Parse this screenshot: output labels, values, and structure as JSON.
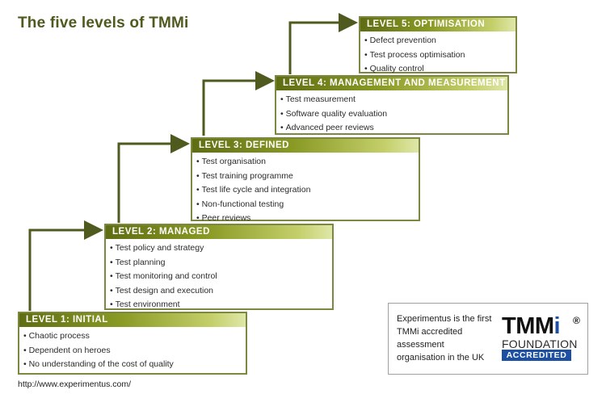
{
  "title": "The five levels of TMMi",
  "levels": [
    {
      "label": "LEVEL 1: INITIAL",
      "items": [
        "Chaotic process",
        "Dependent on heroes",
        "No understanding of the cost of quality"
      ]
    },
    {
      "label": "LEVEL 2: MANAGED",
      "items": [
        "Test policy and strategy",
        "Test planning",
        "Test monitoring and control",
        "Test design and execution",
        "Test environment"
      ]
    },
    {
      "label": "LEVEL 3: DEFINED",
      "items": [
        "Test organisation",
        "Test training programme",
        "Test life cycle and integration",
        "Non-functional testing",
        "Peer reviews"
      ]
    },
    {
      "label": "LEVEL 4: MANAGEMENT AND MEASUREMENT",
      "items": [
        "Test measurement",
        "Software quality evaluation",
        "Advanced peer reviews"
      ]
    },
    {
      "label": "LEVEL 5: OPTIMISATION",
      "items": [
        "Defect prevention",
        "Test process optimisation",
        "Quality control"
      ]
    }
  ],
  "info": {
    "text": "Experimentus is the first TMMi accredited assessment organisation in the UK"
  },
  "logo": {
    "main": "TMM",
    "i": "i",
    "registered": "®",
    "foundation": "FOUNDATION",
    "accredited": "ACCREDITED"
  },
  "url": "http://www.experimentus.com/",
  "colors": {
    "accent": "#5f6d13",
    "border": "#7d8740",
    "logo_blue": "#1d4fa3"
  }
}
